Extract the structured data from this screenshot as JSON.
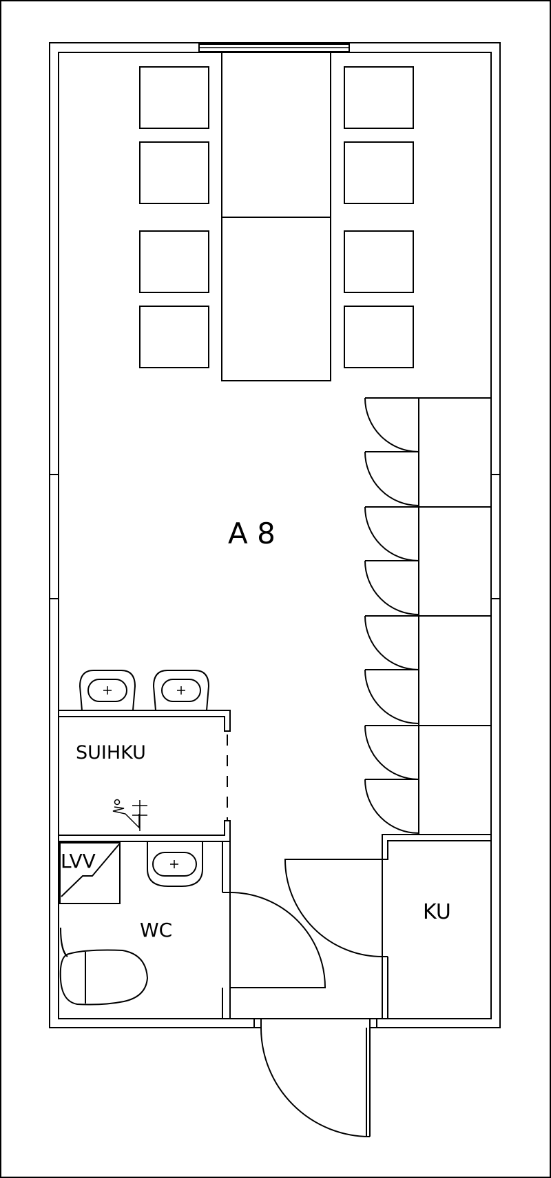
{
  "plan": {
    "room_code": "A 8",
    "shower_label": "SUIHKU",
    "wc_label": "WC",
    "kitchen_label": "KU",
    "water_heater_label": "LVV"
  },
  "colors": {
    "line": "#000000",
    "background": "#ffffff"
  }
}
